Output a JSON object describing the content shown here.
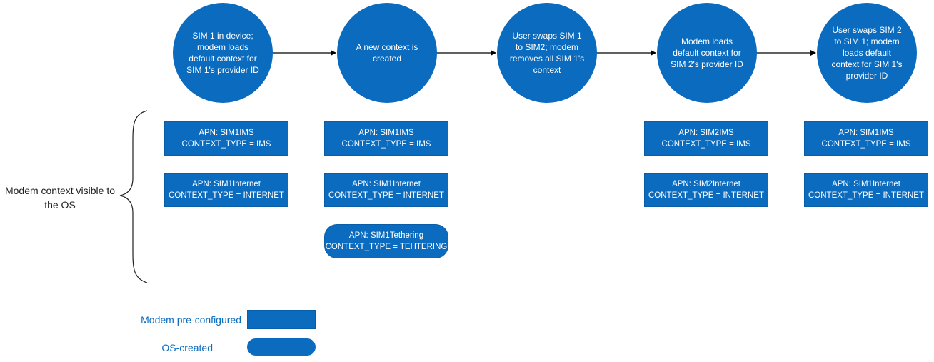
{
  "steps": [
    {
      "text": "SIM 1 in device; modem loads default context for SIM 1's provider ID"
    },
    {
      "text": "A new context is created"
    },
    {
      "text": "User swaps SIM 1 to SIM2; modem removes all SIM 1's context"
    },
    {
      "text": "Modem loads default context for SIM 2's provider ID"
    },
    {
      "text": "User swaps SIM 2 to SIM 1; modem loads default context for SIM 1's provider ID"
    }
  ],
  "contexts": {
    "step1": [
      {
        "apn": "APN: SIM1IMS",
        "type": "CONTEXT_TYPE = IMS"
      },
      {
        "apn": "APN: SIM1Internet",
        "type": "CONTEXT_TYPE = INTERNET"
      }
    ],
    "step2": [
      {
        "apn": "APN: SIM1IMS",
        "type": "CONTEXT_TYPE = IMS"
      },
      {
        "apn": "APN: SIM1Internet",
        "type": "CONTEXT_TYPE = INTERNET"
      },
      {
        "apn": "APN: SIM1Tethering",
        "type": "CONTEXT_TYPE = TEHTERING"
      }
    ],
    "step4": [
      {
        "apn": "APN: SIM2IMS",
        "type": "CONTEXT_TYPE = IMS"
      },
      {
        "apn": "APN: SIM2Internet",
        "type": "CONTEXT_TYPE = INTERNET"
      }
    ],
    "step5": [
      {
        "apn": "APN: SIM1IMS",
        "type": "CONTEXT_TYPE = IMS"
      },
      {
        "apn": "APN: SIM1Internet",
        "type": "CONTEXT_TYPE = INTERNET"
      }
    ]
  },
  "side_label": "Modem context visible to the OS",
  "legend": {
    "preconfigured": "Modem pre-configured",
    "os_created": "OS-created"
  },
  "colors": {
    "shape_fill": "#0b6bbf",
    "legend_text": "#0b6bbf",
    "connector": "#000000"
  }
}
